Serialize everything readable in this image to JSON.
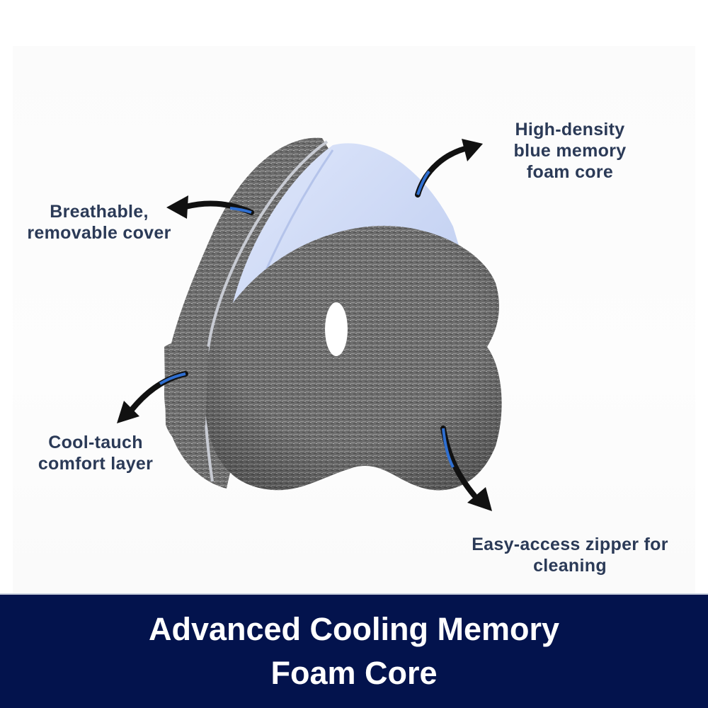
{
  "callouts": [
    {
      "id": "foam-core",
      "lines": [
        "High-density",
        "blue memory",
        "foam core"
      ]
    },
    {
      "id": "cover",
      "lines": [
        "Breathable,",
        "removable cover"
      ]
    },
    {
      "id": "comfort-layer",
      "lines": [
        "Cool-tauch",
        "comfort layer"
      ]
    },
    {
      "id": "zipper",
      "lines": [
        "Easy-access zipper for",
        "cleaning"
      ]
    }
  ],
  "banner": {
    "lines": [
      "Advanced Cooling Memory",
      "Foam Core"
    ]
  },
  "colors": {
    "label_text": "#2b3a57",
    "banner_bg": "#03134d",
    "banner_text": "#ffffff",
    "foam_blue": "#cdd9f5",
    "fabric_gray": "#6f6f6f",
    "arrow": "#111111",
    "arrow_accent": "#2f6fd1"
  },
  "icons": [
    "arrow-to-foam-core-icon",
    "arrow-to-cover-icon",
    "arrow-to-comfort-layer-icon",
    "arrow-to-zipper-icon"
  ]
}
